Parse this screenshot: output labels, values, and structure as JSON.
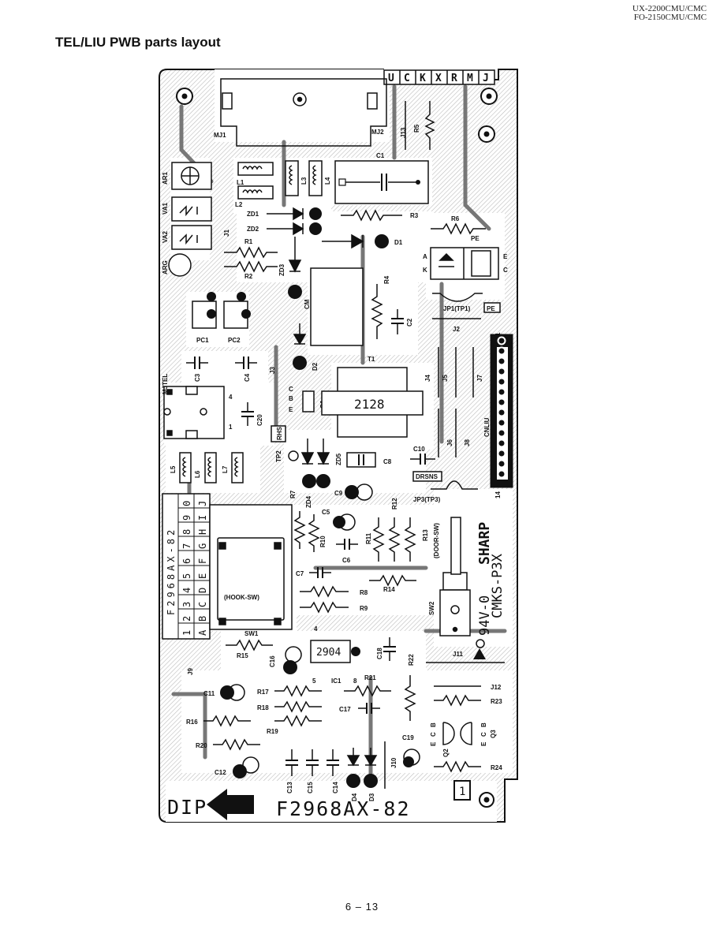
{
  "header": {
    "model_line1": "UX-2200CMU/CMC",
    "model_line2": "FO-2150CMU/CMC"
  },
  "title": "TEL/LIU PWB parts layout",
  "page_number": "6 – 13",
  "board": {
    "connector_letters": [
      "U",
      "C",
      "K",
      "X",
      "R",
      "M",
      "J"
    ],
    "part_code_vertical": "F2968AX-82",
    "part_number": "F2968AX-82",
    "dip_label": "DIP",
    "ic_2128": "2128",
    "ic_2904": "2904",
    "rating": "94V-0",
    "brand": "SHARP",
    "cmks": "CMKS-P3X",
    "box_label": "1",
    "dip_numbers": [
      "1",
      "2",
      "3",
      "4",
      "5",
      "6",
      "7",
      "8",
      "9",
      "0"
    ],
    "dip_letters": [
      "A",
      "B",
      "C",
      "D",
      "E",
      "F",
      "G",
      "H",
      "I",
      "J"
    ],
    "labels": {
      "mj1": "MJ1",
      "mj2": "MJ2",
      "j13": "J13",
      "r5": "R5",
      "c1": "C1",
      "ar1": "AR1",
      "va1": "VA1",
      "va2": "VA2",
      "arg": "ARG",
      "l1": "L1",
      "l2": "L2",
      "l3": "L3",
      "l4": "L4",
      "j1": "J1",
      "zd1": "ZD1",
      "zd2": "ZD2",
      "zd3": "ZD3",
      "r1": "R1",
      "r2": "R2",
      "r3": "R3",
      "d1": "D1",
      "r6": "R6",
      "pe": "PE",
      "pe_box": "PE",
      "jp1": "JP1(TP1)",
      "j2": "J2",
      "cm": "CM",
      "r4": "R4",
      "c2": "C2",
      "t1": "T1",
      "d2": "D2",
      "j3": "J3",
      "pc1": "PC1",
      "pc2": "PC2",
      "c3": "C3",
      "c4": "C4",
      "mjtel": "MJTEL",
      "c20": "C20",
      "q1": "Q1",
      "j4": "J4",
      "j5": "J5",
      "j7": "J7",
      "cnliu": "CNLIU",
      "j6": "J6",
      "j8": "J8",
      "rhs": "RHS",
      "tp2": "TP2",
      "zd5": "ZD5",
      "c8": "C8",
      "c10": "C10",
      "drsns": "DRSNS",
      "jp3": "JP3(TP3)",
      "l5": "L5",
      "l6": "L6",
      "l7": "L7",
      "r7": "R7",
      "zd4": "ZD4",
      "c9": "C9",
      "r12": "R12",
      "c5": "C5",
      "r10": "R10",
      "r11": "R11",
      "r13": "R13",
      "door": "(DOOR-SW)",
      "c6": "C6",
      "c7": "C7",
      "hook": "(HOOK-SW)",
      "r8": "R8",
      "r9": "R9",
      "r14": "R14",
      "sw2": "SW2",
      "sw1": "SW1",
      "r15": "R15",
      "c16": "C16",
      "c18": "C18",
      "r22": "R22",
      "j11": "J11",
      "j9": "J9",
      "ic1": "IC1",
      "r21": "R21",
      "c11": "C11",
      "r17": "R17",
      "r18": "R18",
      "c17": "C17",
      "j12": "J12",
      "r23": "R23",
      "r16": "R16",
      "r19": "R19",
      "c19": "C19",
      "q2": "Q2",
      "q3": "Q3",
      "r20": "R20",
      "j10": "J10",
      "c12": "C12",
      "r24": "R24",
      "c13": "C13",
      "c15": "C15",
      "c14": "C14",
      "d4": "D4",
      "d3": "D3",
      "pin1": "1",
      "pin14": "14",
      "pin4": "4",
      "pin5": "5",
      "pin8": "8",
      "a": "A",
      "k": "K",
      "e": "E",
      "c": "C",
      "b": "B"
    }
  }
}
